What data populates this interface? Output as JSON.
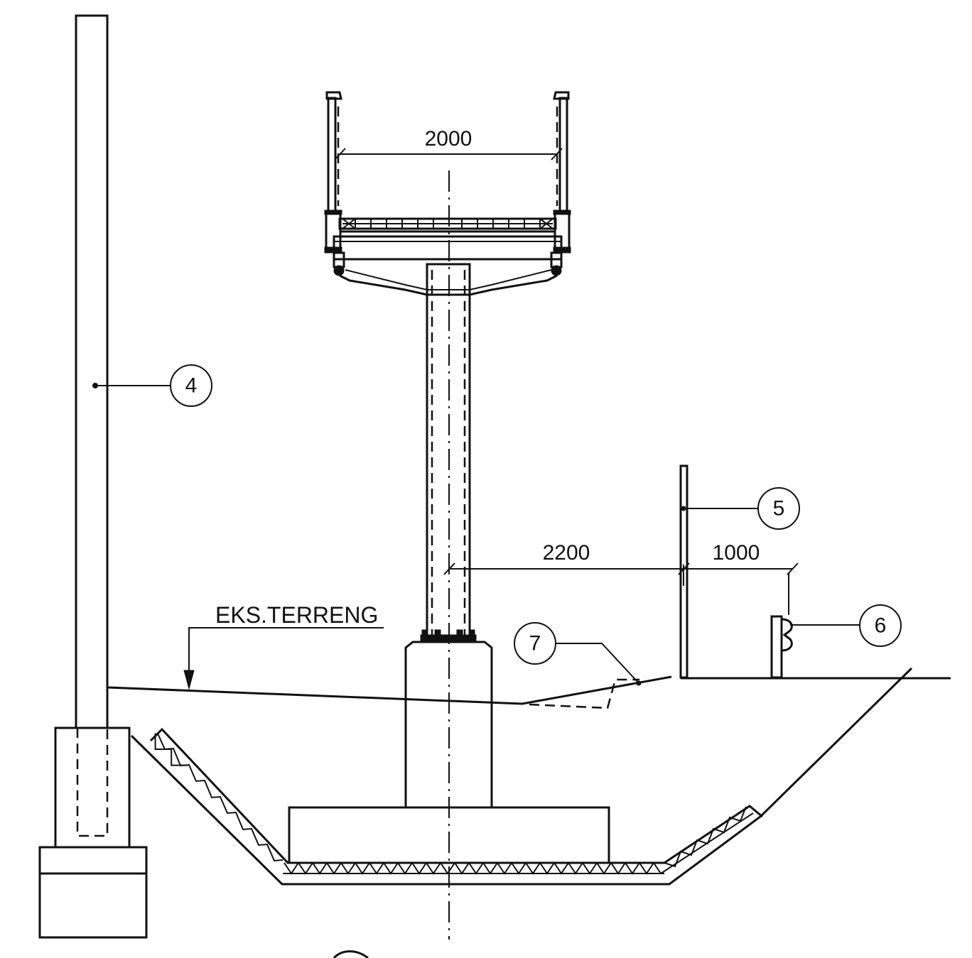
{
  "dimensions": {
    "deck_width": "2000",
    "offset_fence": "2200",
    "offset_barrier": "1000"
  },
  "labels": {
    "existing_terrain": "EKS.TERRENG"
  },
  "callouts": {
    "c4": "4",
    "c5": "5",
    "c6": "6",
    "c7": "7"
  },
  "colors": {
    "line": "#111111",
    "background": "#ffffff"
  }
}
